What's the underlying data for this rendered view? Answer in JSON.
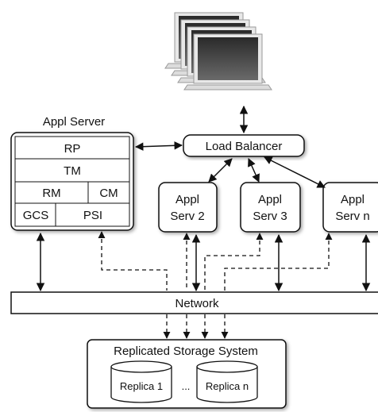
{
  "clients": {
    "icon": "laptop-stack-icon"
  },
  "appl_server": {
    "title": "Appl Server",
    "components": {
      "rp": "RP",
      "tm": "TM",
      "rm": "RM",
      "cm": "CM",
      "gcs": "GCS",
      "psi": "PSI"
    }
  },
  "load_balancer": {
    "label": "Load Balancer"
  },
  "app_servers": [
    {
      "line1": "Appl",
      "line2": "Serv 2"
    },
    {
      "line1": "Appl",
      "line2": "Serv 3"
    },
    {
      "line1": "Appl",
      "line2": "Serv n"
    }
  ],
  "network": {
    "label": "Network"
  },
  "storage": {
    "title": "Replicated Storage System",
    "replicas": [
      "Replica 1",
      "Replica n"
    ],
    "ellipsis": "..."
  }
}
